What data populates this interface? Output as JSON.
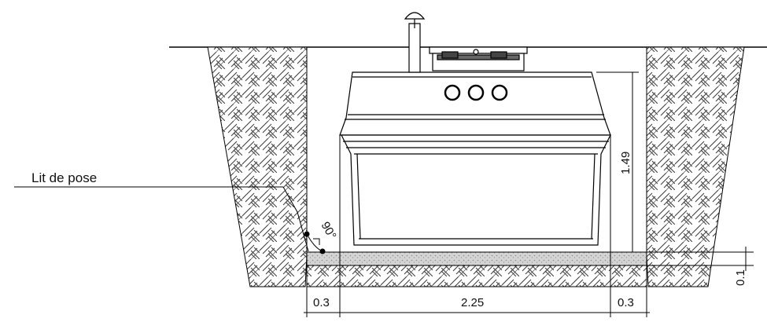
{
  "labels": {
    "bedding": "Lit de pose",
    "angle": "90°"
  },
  "dimensions": {
    "height": "1.49",
    "bed_thickness": "0.1",
    "side_left": "0.3",
    "tank_width": "2.25",
    "side_right": "0.3"
  },
  "colors": {
    "line": "#000000",
    "hatch": "#3a3a3a",
    "bedding": "#cfcfcf",
    "background": "#ffffff"
  }
}
